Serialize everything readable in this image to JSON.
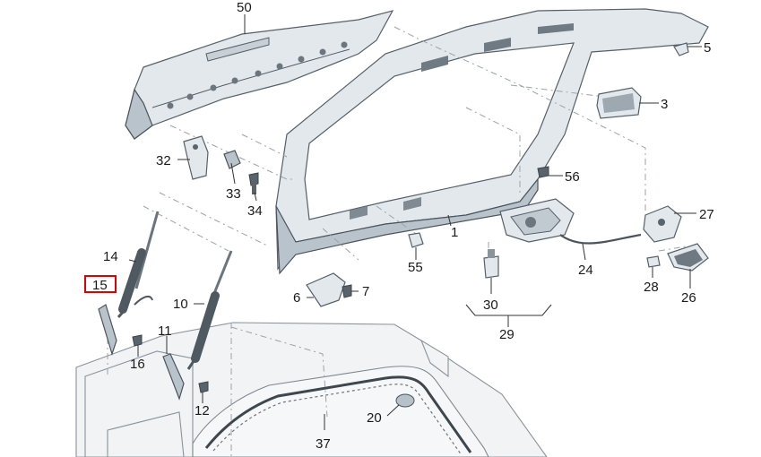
{
  "diagram": {
    "labels": {
      "p50": "50",
      "p5": "5",
      "p3": "3",
      "p32": "32",
      "p33": "33",
      "p34": "34",
      "p56": "56",
      "p27": "27",
      "p14": "14",
      "p1": "1",
      "p24": "24",
      "p55": "55",
      "p28": "28",
      "p26": "26",
      "p15": "15",
      "p10": "10",
      "p6": "6",
      "p7": "7",
      "p30": "30",
      "p29": "29",
      "p11": "11",
      "p16": "16",
      "p12": "12",
      "p20": "20",
      "p37": "37"
    },
    "highlighted_label": "15",
    "colors": {
      "highlight": "#e00000",
      "part_fill": "#e3e8ec",
      "part_stroke": "#55606a",
      "dash_line": "#9aa3aa"
    }
  }
}
